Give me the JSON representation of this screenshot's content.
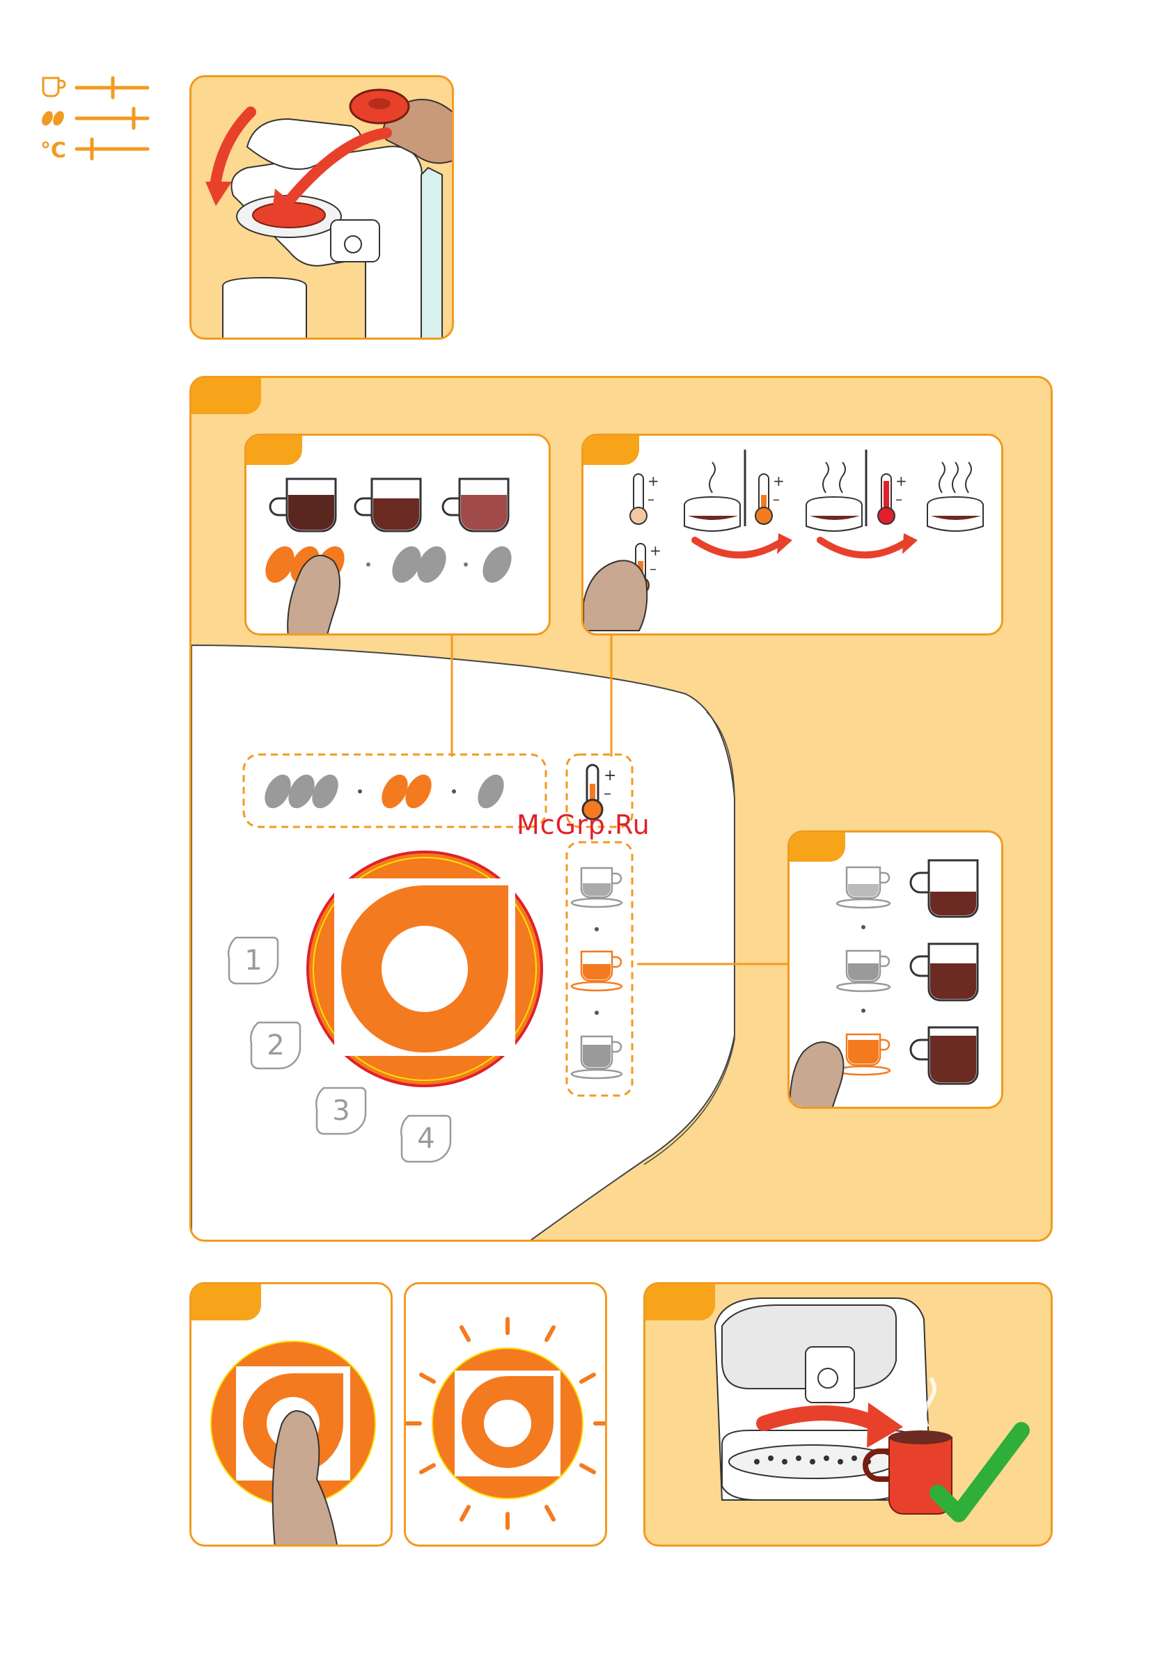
{
  "watermark": "McGrp.Ru",
  "settings_icons": [
    "cup-size-icon",
    "coffee-strength-icon",
    "temperature-icon"
  ],
  "settings_icon_labels": {
    "temperature": "°C"
  },
  "step_numbers": [
    "1",
    "2",
    "3",
    "4"
  ],
  "colors": {
    "accent_orange": "#f7a41b",
    "panel_fill": "#fcd891",
    "brand_orange": "#f47a1f",
    "arrow_red": "#e8412b",
    "coffee_brown": "#6b2a22",
    "check_green": "#2fae3a",
    "inactive_grey": "#9a9a9a"
  }
}
